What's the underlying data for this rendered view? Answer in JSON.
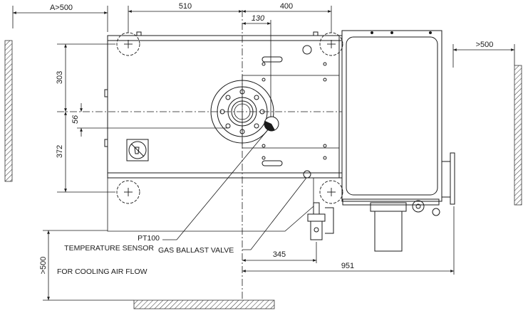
{
  "dimensions": {
    "a_clearance": "A>500",
    "width_left": "510",
    "width_right": "400",
    "offset": "130",
    "right_clearance": ">500",
    "upper_height": "303",
    "lower_height": "372",
    "flange_offset": "56",
    "valve_offset": "345",
    "bottom_clearance": ">500",
    "overall_length": "951"
  },
  "labels": {
    "pt100": "PT100",
    "temperature_sensor": "TEMPERATURE SENSOR",
    "gas_ballast_valve": "GAS BALLAST VALVE",
    "cooling_air": "FOR COOLING AIR FLOW"
  },
  "colors": {
    "line": "#1a1a1a",
    "hatch": "#333333"
  }
}
